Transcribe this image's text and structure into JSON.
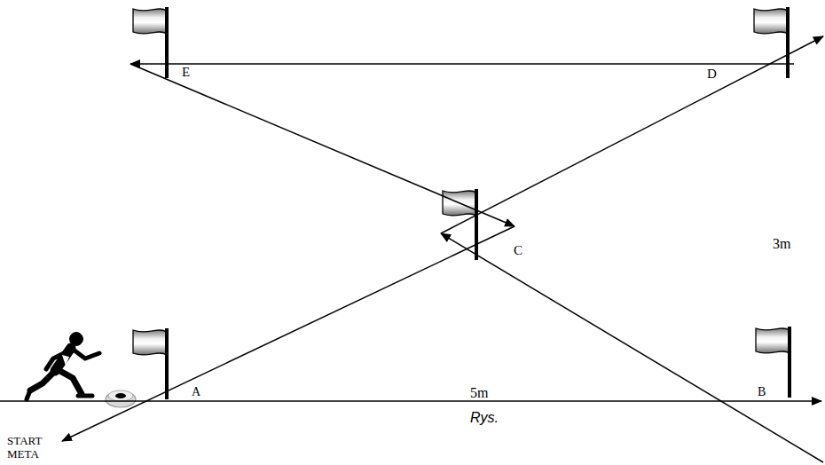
{
  "diagram": {
    "nodes": [
      {
        "text": [
          "A"
        ]
      },
      {
        "text": [
          "B"
        ]
      },
      {
        "text": [
          "C"
        ]
      },
      {
        "text": [
          "D"
        ]
      },
      {
        "text": [
          "E"
        ]
      }
    ],
    "edges": [
      {
        "from": 0,
        "to": 1,
        "arrow": "to"
      },
      {
        "from": 1,
        "to": 2,
        "arrow": "to"
      },
      {
        "from": 2,
        "to": 3,
        "arrow": "to"
      },
      {
        "from": 3,
        "to": 4,
        "arrow": "to"
      },
      {
        "from": 4,
        "to": 2,
        "arrow": "to"
      },
      {
        "from": 2,
        "to": 0,
        "arrow": "to"
      }
    ],
    "labels": [
      "3m",
      "5m",
      "Rys.",
      "START META"
    ]
  }
}
